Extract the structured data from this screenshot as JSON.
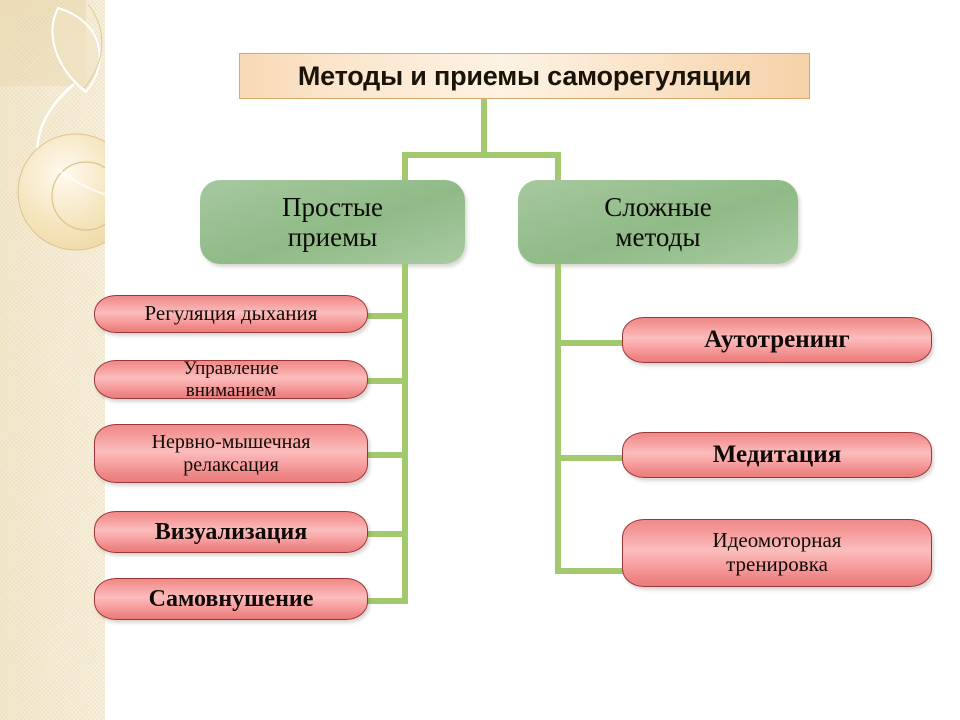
{
  "slide": {
    "title": "Методы и приемы саморегуляции",
    "background_color": "#ffffff",
    "accent_line_color": "#a3c96e",
    "title_border_color": "#d9a86a",
    "green_node_color": "#8fba86",
    "pink_node_color": "#f49494",
    "sidebar_color": "#f3e9cf"
  },
  "branches": [
    {
      "id": "simple",
      "heading_line1": "Простые",
      "heading_line2": "приемы",
      "items": [
        {
          "line1": "Регуляция дыхания",
          "line2": ""
        },
        {
          "line1": "Управление",
          "line2": "вниманием"
        },
        {
          "line1": "Нервно-мышечная",
          "line2": "релаксация"
        },
        {
          "line1": "Визуализация",
          "line2": ""
        },
        {
          "line1": "Самовнушение",
          "line2": ""
        }
      ]
    },
    {
      "id": "complex",
      "heading_line1": "Сложные",
      "heading_line2": "методы",
      "items": [
        {
          "line1": "Аутотренинг",
          "line2": ""
        },
        {
          "line1": "Медитация",
          "line2": ""
        },
        {
          "line1": "Идеомоторная",
          "line2": "тренировка"
        }
      ]
    }
  ]
}
